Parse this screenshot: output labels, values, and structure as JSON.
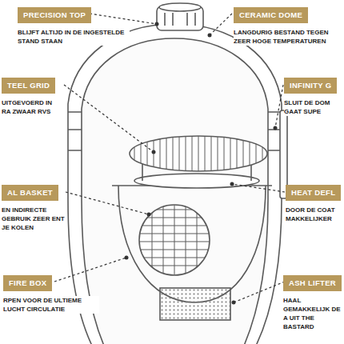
{
  "diagram": {
    "nodes": [
      {
        "text": [
          "PRECISION TOP",
          "BLIJFT ALTIJD IN DE INGESTELDE STAND STAAN"
        ]
      },
      {
        "text": [
          "CERAMIC DOME",
          "LANGDURIG BESTAND TEGEN ZEER HOGE TEMPERATUREN"
        ]
      },
      {
        "text": [
          "TEEL GRID",
          "UITGEVOERD IN RA ZWAAR RVS"
        ]
      },
      {
        "text": [
          "INFINITY G",
          "SLUIT DE DOM GAAT SUPE"
        ]
      },
      {
        "text": [
          "AL BASKET",
          "EN INDIRECTE GEBRUIK ZEER ENT JE KOLEN"
        ]
      },
      {
        "text": [
          "HEAT DEFL",
          "DOOR DE COAT MAKKELIJKER"
        ]
      },
      {
        "text": [
          "FIRE BOX",
          "RPEN VOOR DE ULTIEME LUCHT CIRCULATIE"
        ]
      },
      {
        "text": [
          "ASH LIFTER",
          "HAAL GEMAKKELIJK DE A UIT THE BASTARD"
        ]
      }
    ]
  }
}
